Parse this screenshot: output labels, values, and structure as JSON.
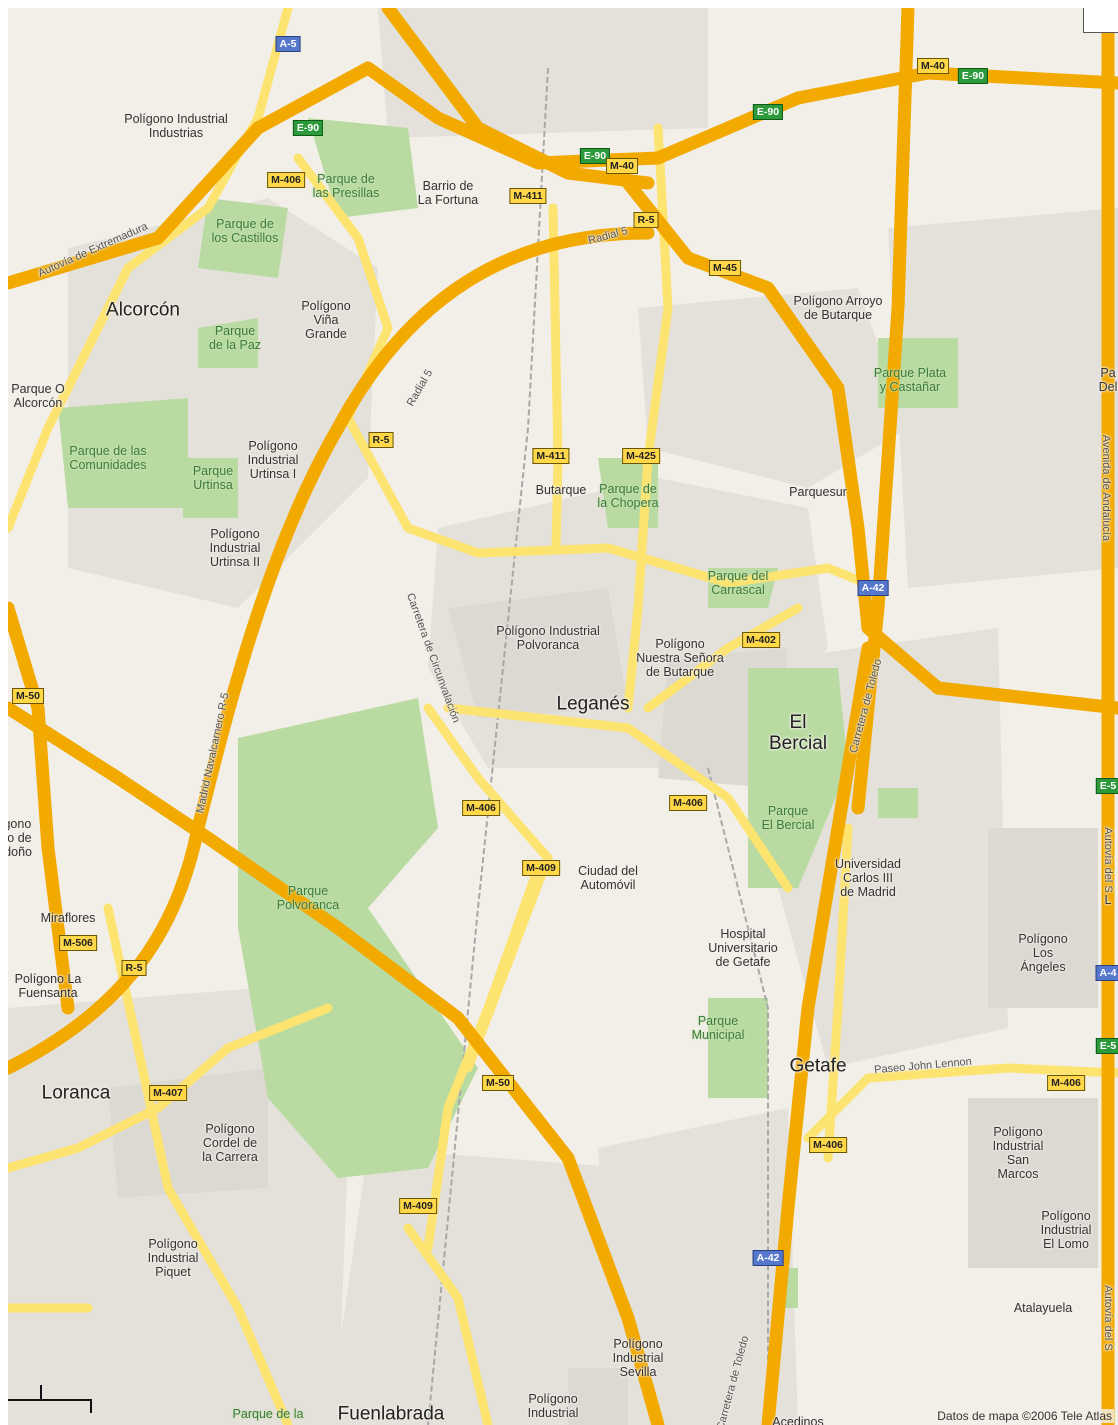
{
  "map": {
    "attribution": "Datos de mapa ©2006 Tele Atlas",
    "colors": {
      "background": "#f2efe9",
      "park": "#b9dba1",
      "industrial": "#dcd9d3",
      "urban": "#e4e1da",
      "motorway": "#f2a900",
      "major_road": "#fde36f",
      "railway": "#a8a8a8"
    },
    "place_labels": [
      {
        "text": "Polígono Industrial\nIndustrias",
        "type": "place"
      },
      {
        "text": "Parque de\nlas Presillas",
        "type": "park"
      },
      {
        "text": "Barrio de\nLa Fortuna",
        "type": "place"
      },
      {
        "text": "Parque de\nlos Castillos",
        "type": "park"
      },
      {
        "text": "Alcorcón",
        "type": "city"
      },
      {
        "text": "Polígono\nViña\nGrande",
        "type": "place"
      },
      {
        "text": "Parque\nde la Paz",
        "type": "park"
      },
      {
        "text": "Parque O\nAlcorcón",
        "type": "place"
      },
      {
        "text": "Parque de las\nComunidades",
        "type": "park"
      },
      {
        "text": "Parque\nUrtinsa",
        "type": "park"
      },
      {
        "text": "Polígono\nIndustrial\nUrtinsa I",
        "type": "place"
      },
      {
        "text": "Polígono\nIndustrial\nUrtinsa II",
        "type": "place"
      },
      {
        "text": "Polígono Arroyo\nde Butarque",
        "type": "place"
      },
      {
        "text": "Parque Plata\ny Castañar",
        "type": "park"
      },
      {
        "text": "Pa\nDel",
        "type": "place"
      },
      {
        "text": "Butarque",
        "type": "place"
      },
      {
        "text": "Parque de\nla Chopera",
        "type": "park"
      },
      {
        "text": "Parquesur",
        "type": "place"
      },
      {
        "text": "Parque del\nCarrascal",
        "type": "park"
      },
      {
        "text": "Polígono Industrial\nPolvoranca",
        "type": "place"
      },
      {
        "text": "Polígono\nNuestra Señora\nde Butarque",
        "type": "place"
      },
      {
        "text": "Leganés",
        "type": "city"
      },
      {
        "text": "El\nBercial",
        "type": "city"
      },
      {
        "text": "Parque\nEl Bercial",
        "type": "park"
      },
      {
        "text": "igono\ndo de\nrdoño",
        "type": "place"
      },
      {
        "text": "Ciudad del\nAutomóvil",
        "type": "place"
      },
      {
        "text": "Universidad\nCarlos III\nde Madrid",
        "type": "place"
      },
      {
        "text": "Parque\nPolvoranca",
        "type": "park"
      },
      {
        "text": "Miraflores",
        "type": "place"
      },
      {
        "text": "Hospital\nUniversitario\nde Getafe",
        "type": "place"
      },
      {
        "text": "Polígono\nLos\nÁngeles",
        "type": "place"
      },
      {
        "text": "L",
        "type": "place"
      },
      {
        "text": "Polígono La\nFuensanta",
        "type": "place"
      },
      {
        "text": "Parque\nMunicipal",
        "type": "park"
      },
      {
        "text": "Getafe",
        "type": "city"
      },
      {
        "text": "Loranca",
        "type": "city"
      },
      {
        "text": "Polígono\nCordel de\nla Carrera",
        "type": "place"
      },
      {
        "text": "Polígono\nIndustrial\nSan\nMarcos",
        "type": "place"
      },
      {
        "text": "Polígono\nIndustrial\nEl Lomo",
        "type": "place"
      },
      {
        "text": "Polígono\nIndustrial\nPiquet",
        "type": "place"
      },
      {
        "text": "Atalayuela",
        "type": "place"
      },
      {
        "text": "Polígono\nIndustrial\nSevilla",
        "type": "place"
      },
      {
        "text": "Parque de la",
        "type": "park"
      },
      {
        "text": "Fuenlabrada",
        "type": "city"
      },
      {
        "text": "Polígono\nIndustrial",
        "type": "place"
      },
      {
        "text": "Acedinos",
        "type": "place"
      }
    ],
    "road_names": [
      "Autovía de Extremadura",
      "Radial 5",
      "Radial 5",
      "Carretera de Circunvalación",
      "Madrid Navalcarnero R-5",
      "Carretera de Toledo",
      "Carretera de Toledo",
      "Paseo John Lennon",
      "Avenida de Andalucía",
      "Autovía del S",
      "Autovía del S"
    ],
    "shields": [
      {
        "text": "A-5",
        "type": "a"
      },
      {
        "text": "E-90",
        "type": "e"
      },
      {
        "text": "M-406",
        "type": "m"
      },
      {
        "text": "M-411",
        "type": "m"
      },
      {
        "text": "E-90",
        "type": "e"
      },
      {
        "text": "M-40",
        "type": "m"
      },
      {
        "text": "R-5",
        "type": "m"
      },
      {
        "text": "E-90",
        "type": "e"
      },
      {
        "text": "M-40",
        "type": "m"
      },
      {
        "text": "E-90",
        "type": "e"
      },
      {
        "text": "M-45",
        "type": "m"
      },
      {
        "text": "R-5",
        "type": "m"
      },
      {
        "text": "M-411",
        "type": "m"
      },
      {
        "text": "M-425",
        "type": "m"
      },
      {
        "text": "A-42",
        "type": "a"
      },
      {
        "text": "M-402",
        "type": "m"
      },
      {
        "text": "M-50",
        "type": "m"
      },
      {
        "text": "M-406",
        "type": "m"
      },
      {
        "text": "M-406",
        "type": "m"
      },
      {
        "text": "M-409",
        "type": "m"
      },
      {
        "text": "E-5",
        "type": "e"
      },
      {
        "text": "M-506",
        "type": "m"
      },
      {
        "text": "R-5",
        "type": "m"
      },
      {
        "text": "A-4",
        "type": "a"
      },
      {
        "text": "E-5",
        "type": "e"
      },
      {
        "text": "M-406",
        "type": "m"
      },
      {
        "text": "M-407",
        "type": "m"
      },
      {
        "text": "M-50",
        "type": "m"
      },
      {
        "text": "M-406",
        "type": "m"
      },
      {
        "text": "M-409",
        "type": "m"
      },
      {
        "text": "A-42",
        "type": "a"
      }
    ]
  }
}
